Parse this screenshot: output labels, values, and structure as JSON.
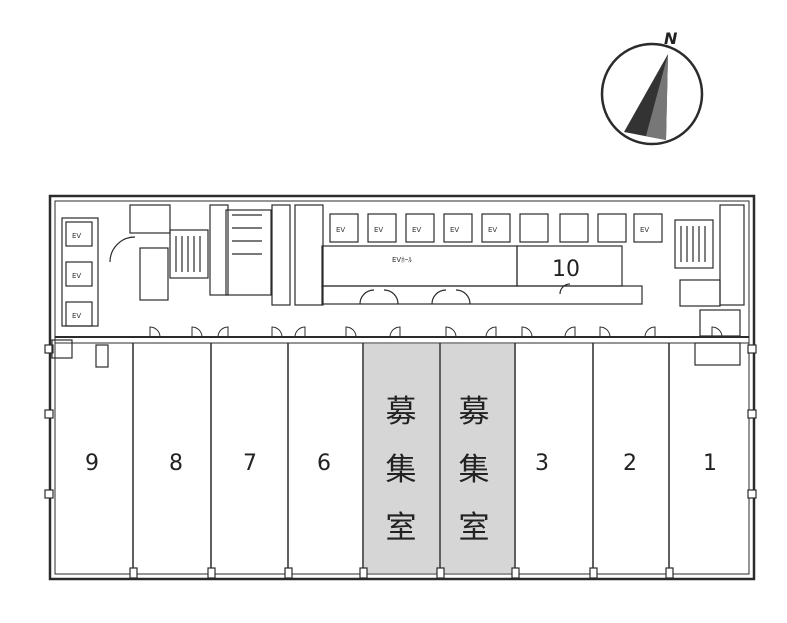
{
  "compass": {
    "north_label": "N",
    "icon": "north-arrow"
  },
  "core": {
    "elevator_label": "EV",
    "corridor_label": "EVﾎｰﾙ",
    "room_10_label": "10"
  },
  "units": [
    {
      "id": "9",
      "label": "9",
      "vacant": false
    },
    {
      "id": "8",
      "label": "8",
      "vacant": false
    },
    {
      "id": "7",
      "label": "7",
      "vacant": false
    },
    {
      "id": "6",
      "label": "6",
      "vacant": false
    },
    {
      "id": "5",
      "label": [
        "募",
        "集",
        "室"
      ],
      "vacant": true
    },
    {
      "id": "4",
      "label": [
        "募",
        "集",
        "室"
      ],
      "vacant": true
    },
    {
      "id": "3",
      "label": "3",
      "vacant": false
    },
    {
      "id": "2",
      "label": "2",
      "vacant": false
    },
    {
      "id": "1",
      "label": "1",
      "vacant": false
    }
  ],
  "colors": {
    "wall": "#2b2b2b",
    "vacant_fill": "#d6d6d6",
    "background": "#ffffff"
  }
}
